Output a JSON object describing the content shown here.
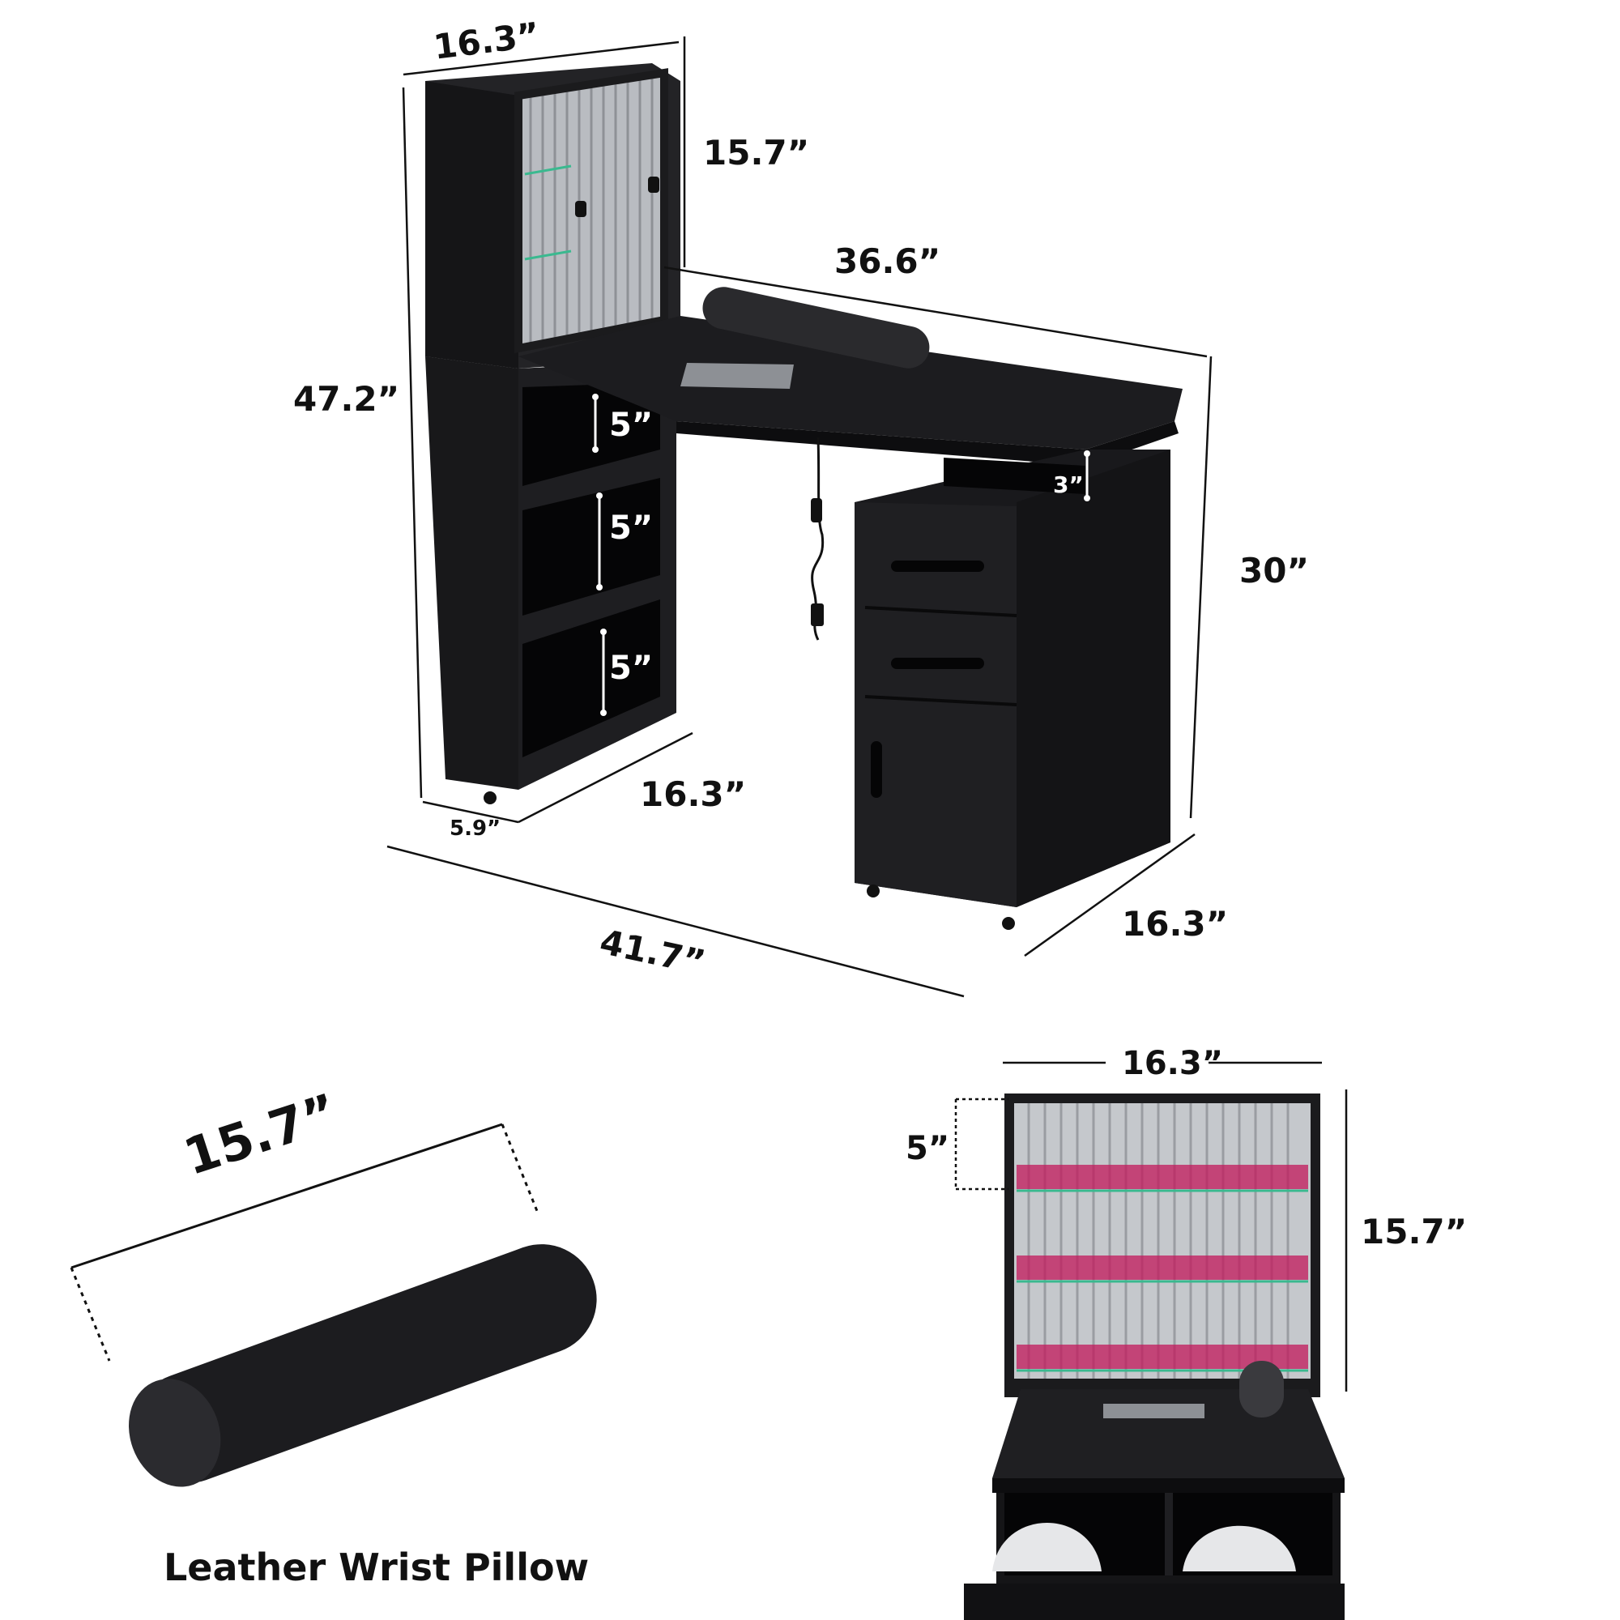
{
  "colors": {
    "furniture": "#1b1b1d",
    "furniture_dark": "#0b0b0c",
    "furniture_edge": "#2e2e31",
    "glass": "#c9ccd0",
    "dimension_line": "#111111",
    "label_text": "#111111",
    "polish_accent": "#c2185b"
  },
  "main_view": {
    "cabinet_depth": "16.3”",
    "cabinet_height": "15.7”",
    "desktop_width": "36.6”",
    "total_height": "47.2”",
    "shelf_gap_1": "5”",
    "shelf_gap_2": "5”",
    "shelf_gap_3": "5”",
    "drawer_gap": "3”",
    "desk_height": "30”",
    "side_depth": "16.3”",
    "side_width": "5.9”",
    "total_width": "41.7”",
    "pedestal_depth": "16.3”"
  },
  "wrist_pillow": {
    "length": "15.7”",
    "caption": "Leather Wrist Pillow"
  },
  "front_view": {
    "width": "16.3”",
    "shelf_gap": "5”",
    "height": "15.7”"
  },
  "icons": [
    "wrist-pillow-icon",
    "nail-desk-icon",
    "power-cord-icon",
    "dust-collector-icon",
    "nail-polish-bottle-icon",
    "uv-lamp-icon"
  ]
}
